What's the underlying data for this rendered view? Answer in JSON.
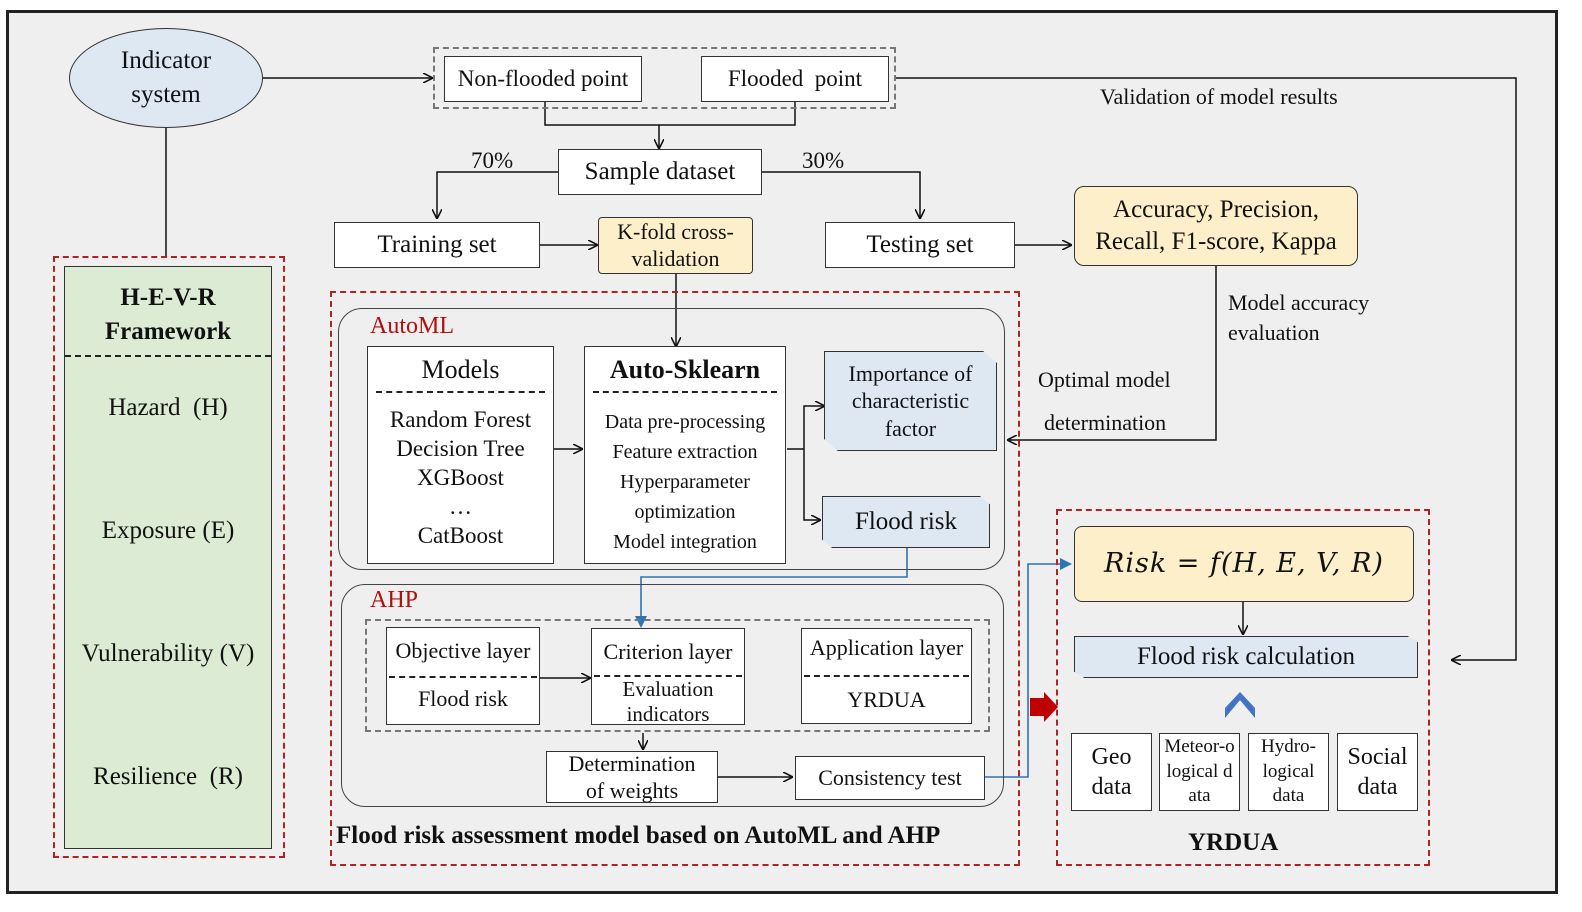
{
  "indicator": "Indicator system",
  "top": {
    "non_flooded": "Non-flooded point",
    "flooded": "Flooded  point",
    "validation": "Validation of model results"
  },
  "split": {
    "pct70": "70%",
    "sample": "Sample dataset",
    "pct30": "30%"
  },
  "training": "Training set",
  "kfold": "K-fold cross-validation",
  "testing": "Testing set",
  "metrics": "Accuracy, Precision, Recall, F1-score, Kappa",
  "accuracy_eval": "Model accuracy evaluation",
  "optimal": {
    "line1": "Optimal model",
    "line2": "determination"
  },
  "framework": {
    "title": "H-E-V-R Framework",
    "items": [
      "Hazard  (H)",
      "Exposure (E)",
      "Vulnerability (V)",
      "Resilience  (R)"
    ]
  },
  "automl": {
    "label": "AutoML",
    "models_title": "Models",
    "models": [
      "Random Forest",
      "Decision Tree",
      "XGBoost",
      "…",
      "CatBoost"
    ],
    "sklearn_title": "Auto-Sklearn",
    "sklearn_steps": [
      "Data pre-processing",
      "Feature extraction",
      "Hyperparameter",
      "optimization",
      "Model integration"
    ],
    "importance": "Importance  of characteristic factor",
    "flood_risk": "Flood risk"
  },
  "ahp": {
    "label": "AHP",
    "objective": "Objective layer",
    "objective_val": "Flood risk",
    "criterion": "Criterion layer",
    "criterion_val": "Evaluation indicators",
    "application": "Application layer",
    "application_val": "YRDUA",
    "weights": "Determination of weights",
    "consistency": "Consistency test"
  },
  "model_caption": "Flood risk assessment model based on AutoML and AHP",
  "yrdua": {
    "formula": "Risk = f(H, E, V, R)",
    "calc": "Flood risk calculation",
    "data": [
      "Geo data",
      "Meteor-ological data",
      "Hydro-logical data",
      "Social data"
    ],
    "caption": "YRDUA"
  },
  "colors": {
    "dash_red": "#b22222",
    "label_red": "#b01010",
    "blue_line": "#2e74b5",
    "red_arrow": "#c00000",
    "chevron": "#4472c4"
  }
}
